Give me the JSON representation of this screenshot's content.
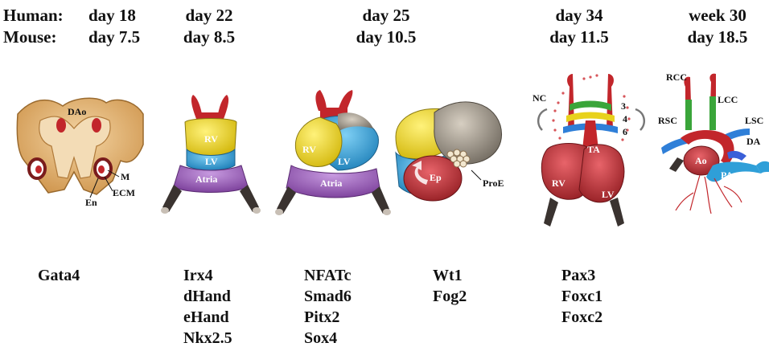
{
  "header": {
    "row_labels": {
      "human": "Human:",
      "mouse": "Mouse:"
    },
    "stages": [
      {
        "human": "day 18",
        "mouse": "day 7.5"
      },
      {
        "human": "day 22",
        "mouse": "day 8.5"
      },
      {
        "human": "day 25",
        "mouse": "day 10.5"
      },
      {
        "human": "day 34",
        "mouse": "day 11.5"
      },
      {
        "human": "week 30",
        "mouse": "day 18.5"
      }
    ]
  },
  "panels": {
    "crescent": {
      "DAo": "DAo",
      "M": "M",
      "ECM": "ECM",
      "En": "En"
    },
    "tube": {
      "RV": "RV",
      "LV": "LV",
      "Atria": "Atria"
    },
    "looped": {
      "RV": "RV",
      "LV": "LV",
      "Atria": "Atria"
    },
    "epicardium": {
      "Ep": "Ep",
      "ProE": "ProE"
    },
    "arches": {
      "NC": "NC",
      "arch3": "3",
      "arch4": "4",
      "arch6": "6",
      "TA": "TA",
      "RV": "RV",
      "LV": "LV"
    },
    "mature": {
      "RCC": "RCC",
      "LCC": "LCC",
      "RSC": "RSC",
      "LSC": "LSC",
      "DA": "DA",
      "Ao": "Ao",
      "PA": "PA"
    }
  },
  "genes": {
    "col1": [
      "Gata4"
    ],
    "col2": [
      "Irx4",
      "dHand",
      "eHand",
      "Nkx2.5"
    ],
    "col3": [
      "NFATc",
      "Smad6",
      "Pitx2",
      "Sox4"
    ],
    "col4": [
      "Wt1",
      "Fog2"
    ],
    "col5": [
      "Pax3",
      "Foxc1",
      "Foxc2"
    ]
  },
  "colors": {
    "yellow": "#e8d21c",
    "blue": "#2f9fd8",
    "purple": "#9a5ab8",
    "red": "#c2262b",
    "green": "#3aa53a",
    "tan": "#d9a35b",
    "grey": "#9c9486"
  }
}
